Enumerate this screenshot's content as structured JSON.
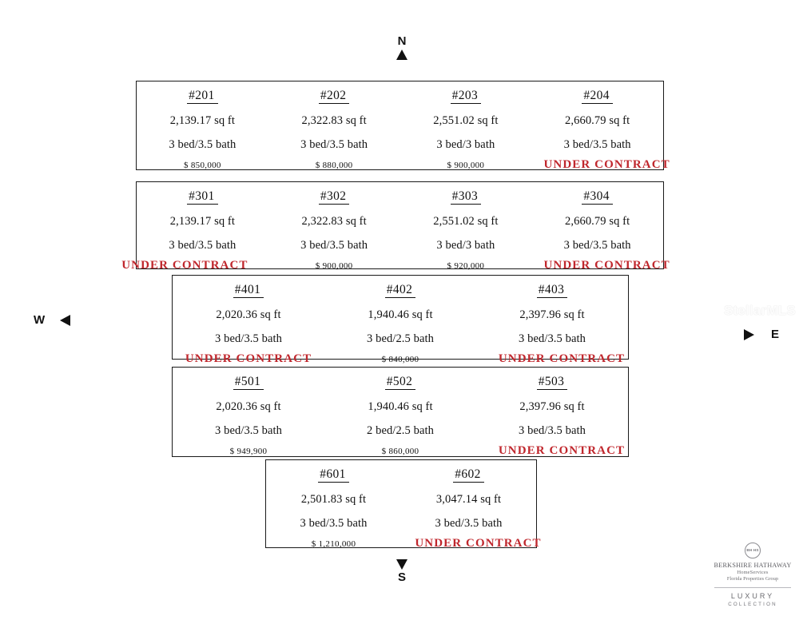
{
  "compass": {
    "north": "N",
    "south": "S",
    "east": "E",
    "west": "W"
  },
  "watermark": {
    "text": "StellarMLS"
  },
  "brand": {
    "badge": "BH HS",
    "name": "BERKSHIRE HATHAWAY",
    "sub1": "HomeServices",
    "sub2": "Florida Properties Group",
    "luxury": "LUXURY",
    "collection": "COLLECTION"
  },
  "status_label": "UNDER  CONTRACT",
  "status_color": "#c0272d",
  "floors": [
    {
      "id": "floor-2",
      "units": [
        {
          "number": "#201",
          "sqft": "2,139.17 sq ft",
          "beds": "3 bed/3.5 bath",
          "price": "$ 850,000",
          "status": ""
        },
        {
          "number": "#202",
          "sqft": "2,322.83 sq ft",
          "beds": "3 bed/3.5 bath",
          "price": "$ 880,000",
          "status": ""
        },
        {
          "number": "#203",
          "sqft": "2,551.02 sq ft",
          "beds": "3 bed/3 bath",
          "price": "$ 900,000",
          "status": ""
        },
        {
          "number": "#204",
          "sqft": "2,660.79 sq ft",
          "beds": "3 bed/3.5 bath",
          "price": "",
          "status": "UNDER  CONTRACT"
        }
      ]
    },
    {
      "id": "floor-3",
      "units": [
        {
          "number": "#301",
          "sqft": "2,139.17 sq ft",
          "beds": "3 bed/3.5 bath",
          "price": "",
          "status": "UNDER  CONTRACT"
        },
        {
          "number": "#302",
          "sqft": "2,322.83 sq ft",
          "beds": "3 bed/3.5 bath",
          "price": "$ 900,000",
          "status": ""
        },
        {
          "number": "#303",
          "sqft": "2,551.02 sq ft",
          "beds": "3 bed/3 bath",
          "price": "$ 920,000",
          "status": ""
        },
        {
          "number": "#304",
          "sqft": "2,660.79 sq ft",
          "beds": "3 bed/3.5 bath",
          "price": "",
          "status": "UNDER  CONTRACT"
        }
      ]
    },
    {
      "id": "floor-4",
      "units": [
        {
          "number": "#401",
          "sqft": "2,020.36 sq ft",
          "beds": "3 bed/3.5 bath",
          "price": "",
          "status": "UNDER  CONTRACT"
        },
        {
          "number": "#402",
          "sqft": "1,940.46 sq ft",
          "beds": "3 bed/2.5 bath",
          "price": "$ 840,000",
          "status": ""
        },
        {
          "number": "#403",
          "sqft": "2,397.96 sq ft",
          "beds": "3 bed/3.5 bath",
          "price": "",
          "status": "UNDER  CONTRACT"
        }
      ]
    },
    {
      "id": "floor-5",
      "units": [
        {
          "number": "#501",
          "sqft": "2,020.36 sq ft",
          "beds": "3 bed/3.5 bath",
          "price": "$ 949,900",
          "status": ""
        },
        {
          "number": "#502",
          "sqft": "1,940.46 sq ft",
          "beds": "2 bed/2.5 bath",
          "price": "$ 860,000",
          "status": ""
        },
        {
          "number": "#503",
          "sqft": "2,397.96 sq ft",
          "beds": "3 bed/3.5 bath",
          "price": "",
          "status": "UNDER  CONTRACT"
        }
      ]
    },
    {
      "id": "floor-6",
      "units": [
        {
          "number": "#601",
          "sqft": "2,501.83 sq ft",
          "beds": "3 bed/3.5 bath",
          "price": "$ 1,210,000",
          "status": ""
        },
        {
          "number": "#602",
          "sqft": "3,047.14 sq ft",
          "beds": "3 bed/3.5 bath",
          "price": "",
          "status": "UNDER  CONTRACT"
        }
      ]
    }
  ]
}
